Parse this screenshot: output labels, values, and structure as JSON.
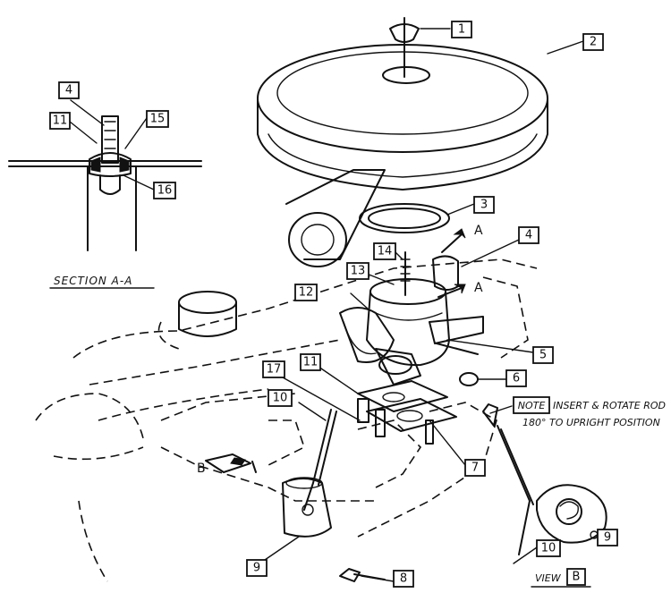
{
  "callouts": {
    "c1": "1",
    "c2": "2",
    "c3": "3",
    "c4": "4",
    "c4b": "4",
    "c5": "5",
    "c6": "6",
    "c7": "7",
    "c8": "8",
    "c9a": "9",
    "c9b": "9",
    "c10a": "10",
    "c10b": "10",
    "c11a": "11",
    "c11b": "11",
    "c12": "12",
    "c13": "13",
    "c14": "14",
    "c15": "15",
    "c16": "16",
    "c17": "17"
  },
  "section_label": "SECTION A-A",
  "note": {
    "tag": "NOTE",
    "line1": "INSERT & ROTATE ROD",
    "line2": "180° TO UPRIGHT POSITION"
  },
  "view_label": {
    "word": "VIEW",
    "letter": "B"
  },
  "letters": {
    "arrow_a1": "A",
    "arrow_a2": "A",
    "b": "B"
  }
}
